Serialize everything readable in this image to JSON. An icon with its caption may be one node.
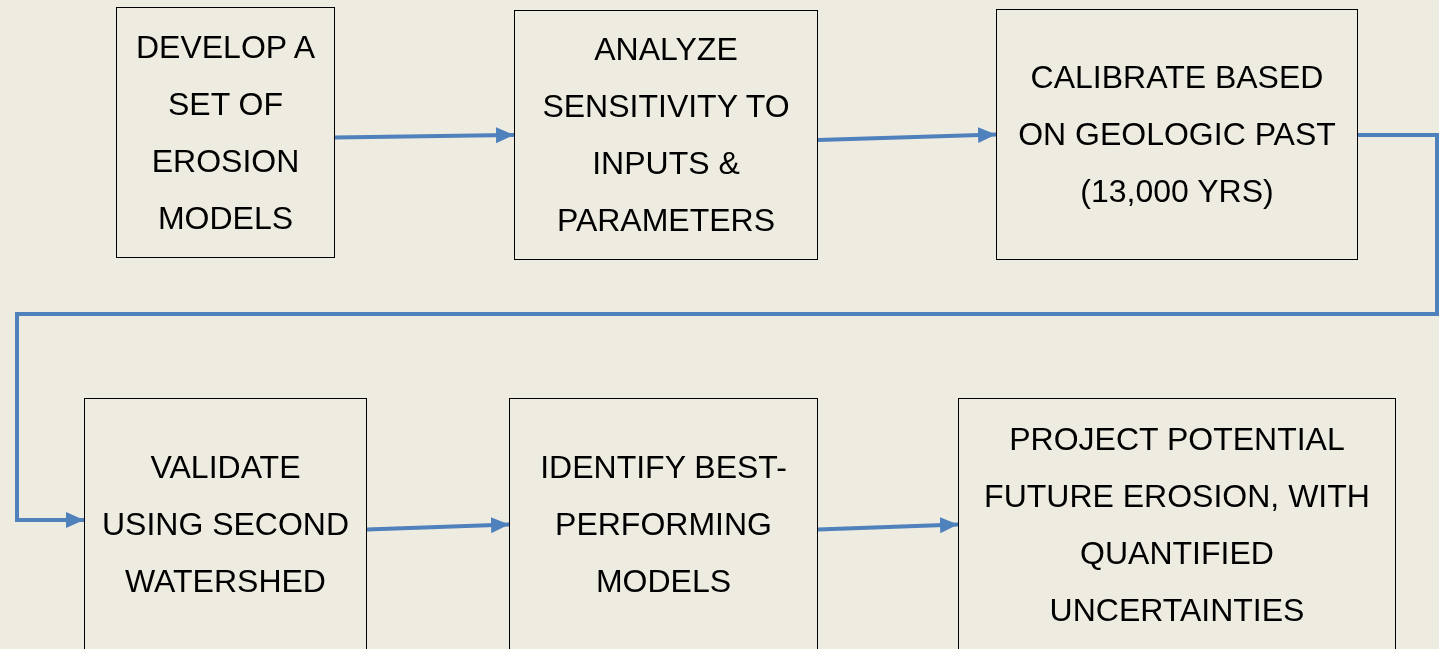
{
  "diagram": {
    "nodes": [
      {
        "text": [
          "DEVELOP A SET OF EROSION MODELS"
        ]
      },
      {
        "text": [
          "ANALYZE SENSITIVITY TO INPUTS & PARAMETERS"
        ]
      },
      {
        "text": [
          "CALIBRATE BASED ON GEOLOGIC PAST (13,000 YRS)"
        ]
      },
      {
        "text": [
          "VALIDATE USING SECOND WATERSHED"
        ]
      },
      {
        "text": [
          "IDENTIFY BEST-PERFORMING MODELS"
        ]
      },
      {
        "text": [
          "PROJECT POTENTIAL FUTURE EROSION, WITH QUANTIFIED UNCERTAINTIES"
        ]
      }
    ],
    "edges": [
      {
        "from": 0,
        "to": 1,
        "arrow": "to"
      },
      {
        "from": 1,
        "to": 2,
        "arrow": "to"
      },
      {
        "from": 2,
        "to": 3,
        "arrow": "to"
      },
      {
        "from": 3,
        "to": 4,
        "arrow": "to"
      },
      {
        "from": 4,
        "to": 5,
        "arrow": "to"
      }
    ]
  }
}
